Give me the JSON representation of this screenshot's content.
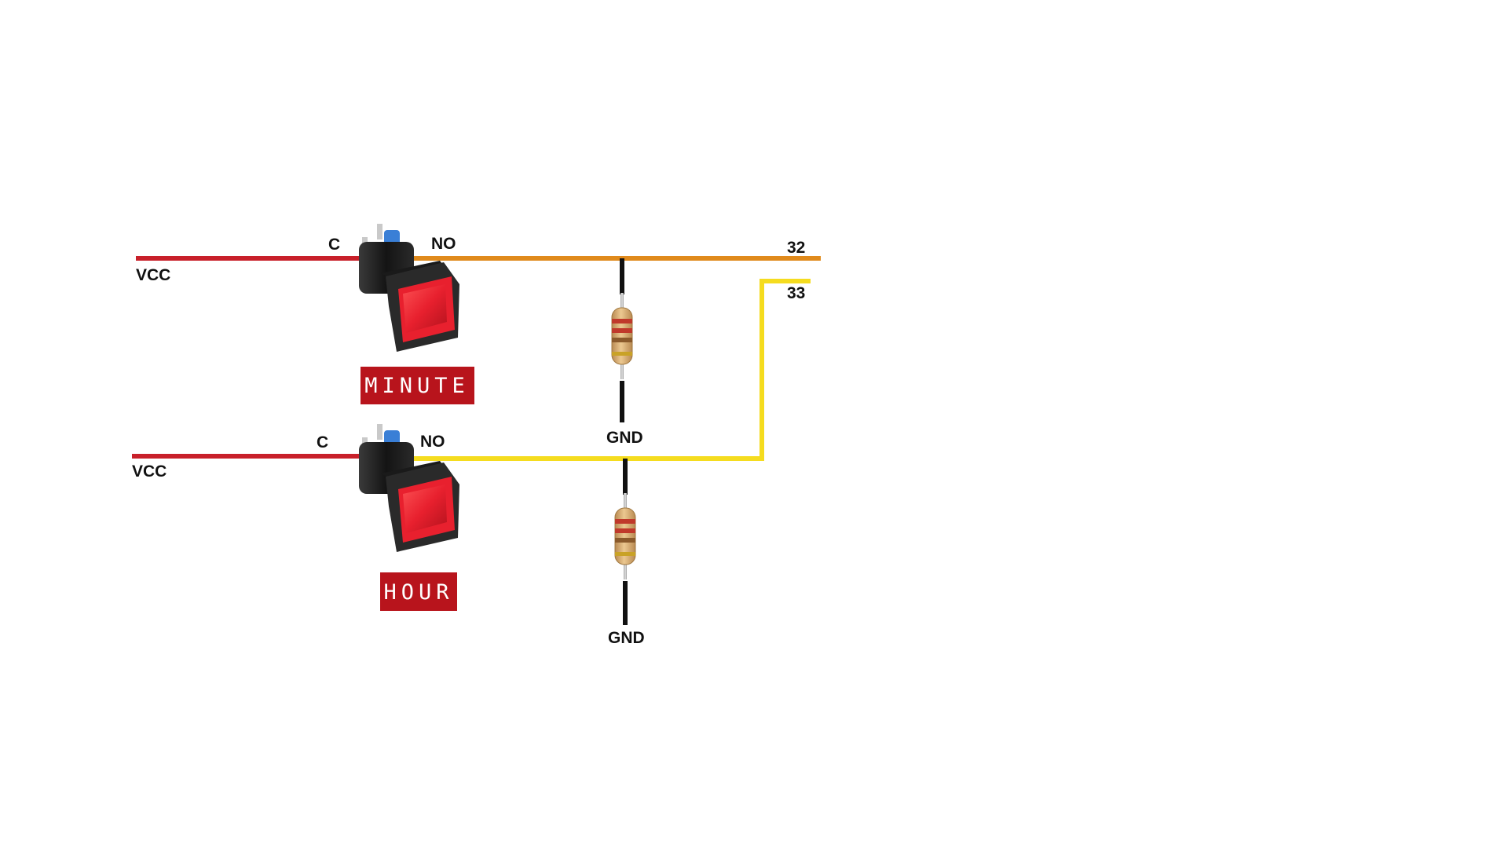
{
  "wire_colors": {
    "vcc": "#c8202a",
    "pin32": "#e08a1c",
    "pin33": "#f5dc1f",
    "gnd": "#111111"
  },
  "switch_colors": {
    "cap": "#e8202e",
    "body": "#1e1e1e",
    "actuator": "#3a7fd6",
    "tag_bg": "#b8141c"
  },
  "resistor_colors": {
    "body": "#d9b07a",
    "bands": [
      "#c0392b",
      "#c0392b",
      "#8b5a2b",
      "#c9a227"
    ]
  },
  "circuits": {
    "minute": {
      "vcc_label": "VCC",
      "c_label": "C",
      "no_label": "NO",
      "tag": "MINUTE",
      "gnd_label": "GND",
      "pin_label": "32"
    },
    "hour": {
      "vcc_label": "VCC",
      "c_label": "C",
      "no_label": "NO",
      "tag": "HOUR",
      "gnd_label": "GND",
      "pin_label": "33"
    }
  }
}
